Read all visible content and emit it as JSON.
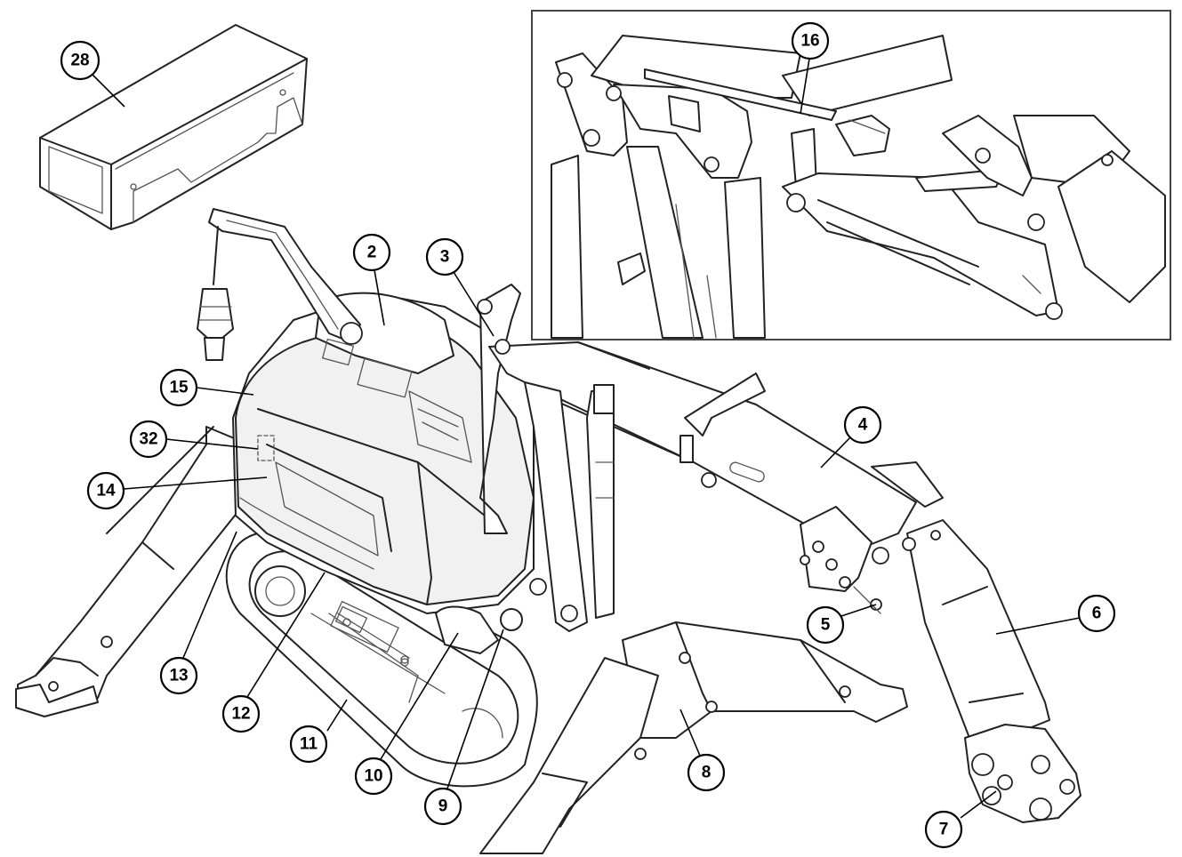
{
  "diagram": {
    "callouts": [
      {
        "id": "28",
        "label": "28"
      },
      {
        "id": "2",
        "label": "2"
      },
      {
        "id": "3",
        "label": "3"
      },
      {
        "id": "15",
        "label": "15"
      },
      {
        "id": "32",
        "label": "32"
      },
      {
        "id": "14",
        "label": "14"
      },
      {
        "id": "4",
        "label": "4"
      },
      {
        "id": "5",
        "label": "5"
      },
      {
        "id": "6",
        "label": "6"
      },
      {
        "id": "13",
        "label": "13"
      },
      {
        "id": "12",
        "label": "12"
      },
      {
        "id": "11",
        "label": "11"
      },
      {
        "id": "10",
        "label": "10"
      },
      {
        "id": "9",
        "label": "9"
      },
      {
        "id": "8",
        "label": "8"
      },
      {
        "id": "7",
        "label": "7"
      },
      {
        "id": "16",
        "label": "16"
      }
    ]
  }
}
